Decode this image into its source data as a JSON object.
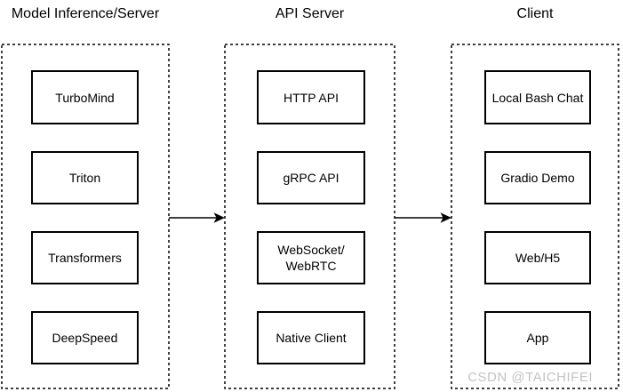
{
  "diagram": {
    "columns": [
      {
        "title": "Model Inference/Server",
        "nodes": [
          {
            "label": "TurboMind"
          },
          {
            "label": "Triton"
          },
          {
            "label": "Transformers"
          },
          {
            "label": "DeepSpeed"
          }
        ]
      },
      {
        "title": "API Server",
        "nodes": [
          {
            "label": "HTTP API"
          },
          {
            "label": "gRPC API"
          },
          {
            "label": "WebSocket/\nWebRTC"
          },
          {
            "label": "Native Client"
          }
        ]
      },
      {
        "title": "Client",
        "nodes": [
          {
            "label": "Local Bash Chat"
          },
          {
            "label": "Gradio Demo"
          },
          {
            "label": "Web/H5"
          },
          {
            "label": "App"
          }
        ]
      }
    ],
    "connections": [
      {
        "from": "Model Inference/Server",
        "to": "API Server",
        "direction": "right"
      },
      {
        "from": "API Server",
        "to": "Client",
        "direction": "right"
      }
    ],
    "colors": {
      "line": "#000000",
      "node_border": "#000000",
      "node_fill": "#ffffff",
      "background": "#ffffff",
      "watermark_text": "#c3c3c3"
    }
  },
  "watermark": {
    "text": "CSDN @TAICHIFEI"
  }
}
